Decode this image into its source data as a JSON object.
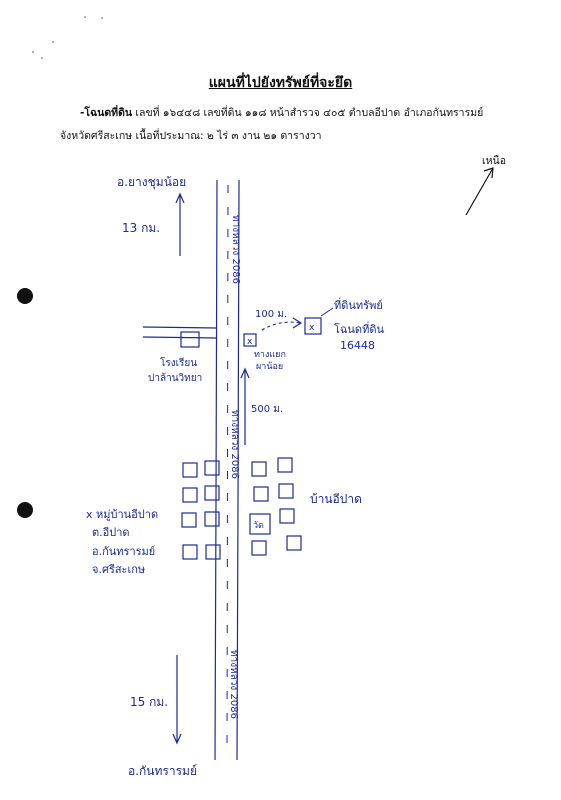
{
  "document": {
    "title": "แผนที่ไปยังทรัพย์ที่จะยึด",
    "deed_prefix": "-โฉนดที่ดิน",
    "deed_details": "เลขที่ ๑๖๔๔๘ เลขที่ดิน ๑๑๘ หน้าสำรวจ ๔๐๕ ตำบลอีปาด อำเภอกันทรารมย์",
    "location_area": "จังหวัดศรีสะเกษ   เนื้อที่ประมาณ: ๒ ไร่ ๓ งาน ๒๑ ตารางวา",
    "north_label": "เหนือ"
  },
  "map": {
    "road_label_upper": "ทางหลวง 2086",
    "road_label_middle": "ทางหลวง 2086",
    "road_label_lower": "ทางหลวง 2086",
    "dest_north": "อ.ยางชุมน้อย",
    "dist_north": "13 กม.",
    "dest_south": "อ.กันทรารมย์",
    "dist_south": "15 กม.",
    "dist_to_property": "100 ม.",
    "dist_village": "500 ม.",
    "property_owner": "ที่ดินทรัพย์",
    "property_deed": "โฉนดที่ดิน",
    "property_deed_no": "16448",
    "school_line1": "โรงเรียน",
    "school_line2": "ปาล้านวิทยา",
    "shop_line1": "ทางแยก",
    "shop_line2": "ผาน้อย",
    "village_center": "บ้านอีปาด",
    "village_note_1": "x หมู่บ้านอีปาด",
    "village_note_2": "ต.อีปาด",
    "village_note_3": "อ.กันทรารมย์",
    "village_note_4": "จ.ศรีสะเกษ",
    "temple_label": "วัด",
    "marker_x": "x"
  }
}
